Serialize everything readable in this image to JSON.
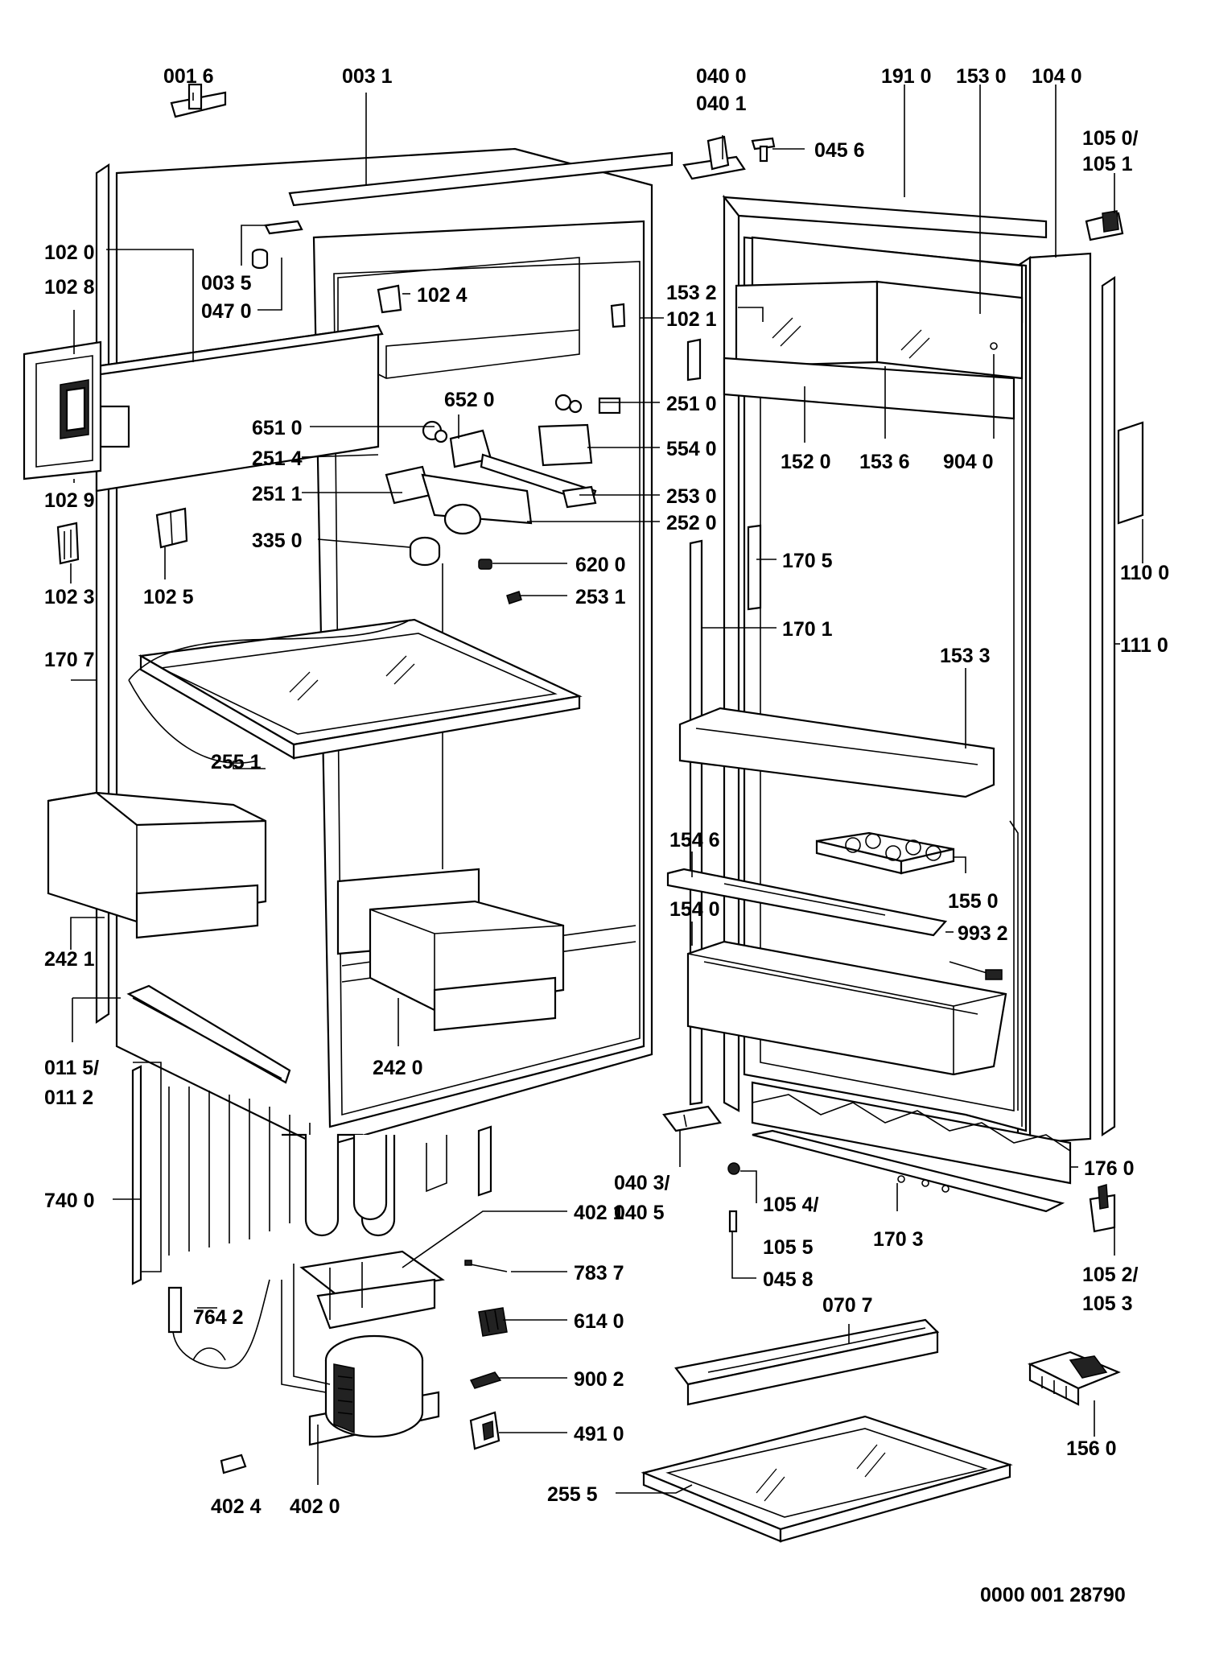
{
  "labels": {
    "l_0016": "001 6",
    "l_0031": "003 1",
    "l_0035": "003 5",
    "l_0470": "047 0",
    "l_1020": "102 0",
    "l_1028": "102 8",
    "l_1029": "102 9",
    "l_1023": "102 3",
    "l_1024": "102 4",
    "l_1021": "102 1",
    "l_1025": "102 5",
    "l_1707": "170 7",
    "l_6510": "651 0",
    "l_6520": "652 0",
    "l_2514": "251 4",
    "l_2511": "251 1",
    "l_3350": "335 0",
    "l_2510": "251 0",
    "l_5540": "554 0",
    "l_2530": "253 0",
    "l_2520": "252 0",
    "l_6200": "620 0",
    "l_2531": "253 1",
    "l_2551": "255 1",
    "l_2421": "242 1",
    "l_2420": "242 0",
    "l_0115": "011 5/",
    "l_0112": "011 2",
    "l_7400": "740 0",
    "l_7642": "764 2",
    "l_4024": "402 4",
    "l_4020": "402 0",
    "l_4021": "402 1",
    "l_7837": "783 7",
    "l_6140": "614 0",
    "l_9002": "900 2",
    "l_4910": "491 0",
    "l_0400": "040 0",
    "l_0401": "040 1",
    "l_0456": "045 6",
    "l_1910": "191 0",
    "l_1530": "153 0",
    "l_1040": "104 0",
    "l_1050": "105 0/",
    "l_1051": "105 1",
    "l_1532": "153 2",
    "l_1520": "152 0",
    "l_1536": "153 6",
    "l_9040": "904 0",
    "l_1705": "170 5",
    "l_1701": "170 1",
    "l_1100": "110 0",
    "l_1110": "111 0",
    "l_1533": "153 3",
    "l_1546": "154 6",
    "l_1550": "155 0",
    "l_9932": "993 2",
    "l_1540": "154 0",
    "l_0403": "040 3/",
    "l_0405": "040 5",
    "l_1054": "105 4/",
    "l_1055": "105 5",
    "l_0458": "045 8",
    "l_1703": "170 3",
    "l_1760": "176 0",
    "l_1052": "105 2/",
    "l_1053": "105 3",
    "l_0707": "070 7",
    "l_2555": "255 5",
    "l_1560": "156 0",
    "drawing_number": "0000 001 28790"
  }
}
